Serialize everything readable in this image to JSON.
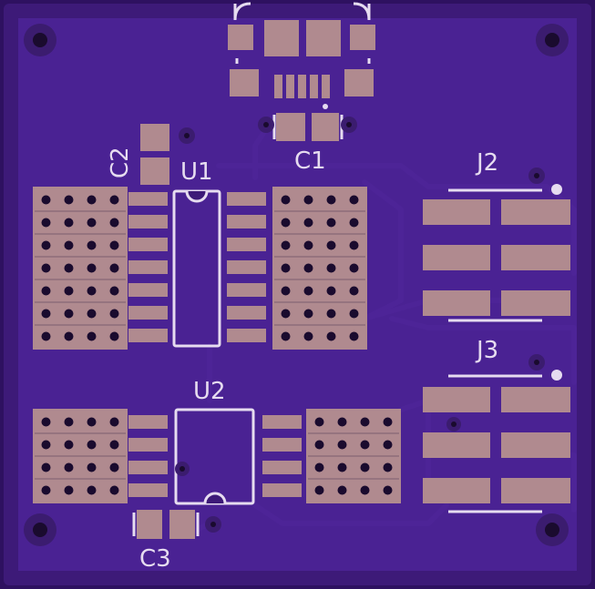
{
  "board": {
    "colors": {
      "substrate": "#3d1a78",
      "copper": "#4a2293",
      "pad": "#b08a8f",
      "silkscreen": "#e6dcf0",
      "drill": "#1a0b2e"
    },
    "labels": {
      "c1": "C1",
      "c2": "C2",
      "c3": "C3",
      "u1": "U1",
      "u2": "U2",
      "j2": "J2",
      "j3": "J3"
    }
  }
}
